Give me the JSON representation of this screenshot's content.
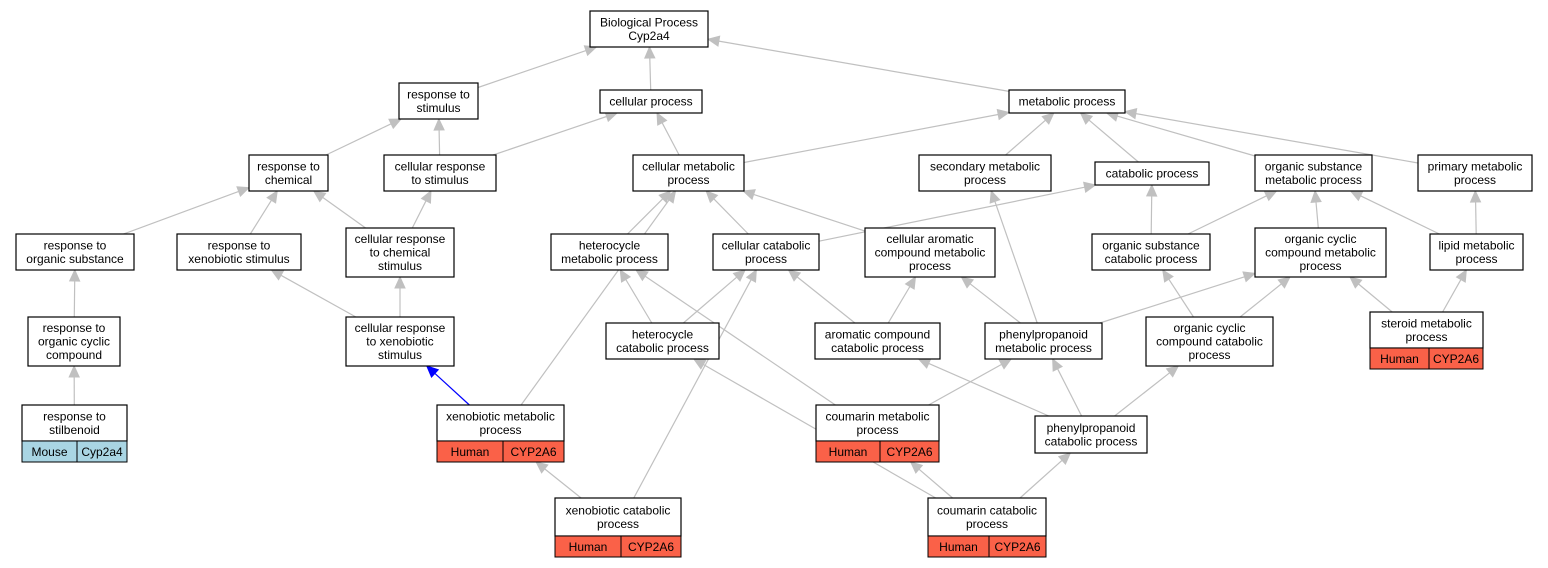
{
  "nodes": {
    "root": {
      "lines": [
        "Biological Process",
        "Cyp2a4"
      ]
    },
    "response_stimulus": {
      "lines": [
        "response to",
        "stimulus"
      ]
    },
    "cellular_process": {
      "lines": [
        "cellular process"
      ]
    },
    "metabolic_process": {
      "lines": [
        "metabolic process"
      ]
    },
    "response_chemical": {
      "lines": [
        "response to",
        "chemical"
      ]
    },
    "cell_resp_stimulus": {
      "lines": [
        "cellular response",
        "to stimulus"
      ]
    },
    "cell_metabolic": {
      "lines": [
        "cellular metabolic",
        "process"
      ]
    },
    "secondary_metabolic": {
      "lines": [
        "secondary metabolic",
        "process"
      ]
    },
    "catabolic_process": {
      "lines": [
        "catabolic process"
      ]
    },
    "org_subst_metabolic": {
      "lines": [
        "organic substance",
        "metabolic process"
      ]
    },
    "primary_metabolic": {
      "lines": [
        "primary metabolic",
        "process"
      ]
    },
    "resp_org_subst": {
      "lines": [
        "response to",
        "organic substance"
      ]
    },
    "resp_xeno_stim": {
      "lines": [
        "response to",
        "xenobiotic stimulus"
      ]
    },
    "cell_resp_chem": {
      "lines": [
        "cellular response",
        "to chemical",
        "stimulus"
      ]
    },
    "heterocycle_metabolic": {
      "lines": [
        "heterocycle",
        "metabolic process"
      ]
    },
    "cell_catabolic": {
      "lines": [
        "cellular catabolic",
        "process"
      ]
    },
    "cell_arom_metabolic": {
      "lines": [
        "cellular aromatic",
        "compound metabolic",
        "process"
      ]
    },
    "org_subst_catabolic": {
      "lines": [
        "organic substance",
        "catabolic process"
      ]
    },
    "org_cyclic_metabolic": {
      "lines": [
        "organic cyclic",
        "compound metabolic",
        "process"
      ]
    },
    "lipid_metabolic": {
      "lines": [
        "lipid metabolic",
        "process"
      ]
    },
    "resp_org_cyclic": {
      "lines": [
        "response to",
        "organic cyclic",
        "compound"
      ]
    },
    "cell_resp_xeno": {
      "lines": [
        "cellular response",
        "to xenobiotic",
        "stimulus"
      ]
    },
    "heterocycle_catabolic": {
      "lines": [
        "heterocycle",
        "catabolic process"
      ]
    },
    "arom_catabolic": {
      "lines": [
        "aromatic compound",
        "catabolic process"
      ]
    },
    "phenylprop_metabolic": {
      "lines": [
        "phenylpropanoid",
        "metabolic process"
      ]
    },
    "org_cyclic_catabolic": {
      "lines": [
        "organic cyclic",
        "compound catabolic",
        "process"
      ]
    },
    "steroid_metabolic": {
      "lines": [
        "steroid metabolic",
        "process"
      ],
      "tag": [
        "Human",
        "CYP2A6"
      ]
    },
    "resp_stilbenoid": {
      "lines": [
        "response to",
        "stilbenoid"
      ],
      "tag": [
        "Mouse",
        "Cyp2a4"
      ]
    },
    "xeno_metabolic": {
      "lines": [
        "xenobiotic metabolic",
        "process"
      ],
      "tag": [
        "Human",
        "CYP2A6"
      ]
    },
    "coumarin_metabolic": {
      "lines": [
        "coumarin metabolic",
        "process"
      ],
      "tag": [
        "Human",
        "CYP2A6"
      ]
    },
    "phenylprop_catabolic": {
      "lines": [
        "phenylpropanoid",
        "catabolic process"
      ]
    },
    "xeno_catabolic": {
      "lines": [
        "xenobiotic catabolic",
        "process"
      ],
      "tag": [
        "Human",
        "CYP2A6"
      ]
    },
    "coumarin_catabolic": {
      "lines": [
        "coumarin catabolic",
        "process"
      ],
      "tag": [
        "Human",
        "CYP2A6"
      ]
    }
  },
  "edges": [
    {
      "from": "response_stimulus",
      "to": "root"
    },
    {
      "from": "cellular_process",
      "to": "root"
    },
    {
      "from": "metabolic_process",
      "to": "root"
    },
    {
      "from": "response_chemical",
      "to": "response_stimulus"
    },
    {
      "from": "cell_resp_stimulus",
      "to": "response_stimulus"
    },
    {
      "from": "cell_resp_stimulus",
      "to": "cellular_process"
    },
    {
      "from": "cell_metabolic",
      "to": "cellular_process"
    },
    {
      "from": "cell_metabolic",
      "to": "metabolic_process"
    },
    {
      "from": "secondary_metabolic",
      "to": "metabolic_process"
    },
    {
      "from": "catabolic_process",
      "to": "metabolic_process"
    },
    {
      "from": "org_subst_metabolic",
      "to": "metabolic_process"
    },
    {
      "from": "primary_metabolic",
      "to": "metabolic_process"
    },
    {
      "from": "resp_org_subst",
      "to": "response_chemical"
    },
    {
      "from": "resp_xeno_stim",
      "to": "response_chemical"
    },
    {
      "from": "cell_resp_chem",
      "to": "response_chemical"
    },
    {
      "from": "cell_resp_chem",
      "to": "cell_resp_stimulus"
    },
    {
      "from": "heterocycle_metabolic",
      "to": "cell_metabolic"
    },
    {
      "from": "cell_catabolic",
      "to": "cell_metabolic"
    },
    {
      "from": "cell_arom_metabolic",
      "to": "cell_metabolic"
    },
    {
      "from": "cell_catabolic",
      "to": "catabolic_process"
    },
    {
      "from": "org_subst_catabolic",
      "to": "catabolic_process"
    },
    {
      "from": "org_subst_catabolic",
      "to": "org_subst_metabolic"
    },
    {
      "from": "org_cyclic_metabolic",
      "to": "org_subst_metabolic"
    },
    {
      "from": "lipid_metabolic",
      "to": "org_subst_metabolic"
    },
    {
      "from": "lipid_metabolic",
      "to": "primary_metabolic"
    },
    {
      "from": "resp_org_cyclic",
      "to": "resp_org_subst"
    },
    {
      "from": "cell_resp_xeno",
      "to": "resp_xeno_stim"
    },
    {
      "from": "cell_resp_xeno",
      "to": "cell_resp_chem"
    },
    {
      "from": "heterocycle_catabolic",
      "to": "heterocycle_metabolic"
    },
    {
      "from": "heterocycle_catabolic",
      "to": "cell_catabolic"
    },
    {
      "from": "arom_catabolic",
      "to": "cell_catabolic"
    },
    {
      "from": "arom_catabolic",
      "to": "cell_arom_metabolic"
    },
    {
      "from": "phenylprop_metabolic",
      "to": "cell_arom_metabolic"
    },
    {
      "from": "phenylprop_metabolic",
      "to": "secondary_metabolic"
    },
    {
      "from": "phenylprop_metabolic",
      "to": "org_cyclic_metabolic"
    },
    {
      "from": "org_cyclic_catabolic",
      "to": "org_subst_catabolic"
    },
    {
      "from": "org_cyclic_catabolic",
      "to": "org_cyclic_metabolic"
    },
    {
      "from": "steroid_metabolic",
      "to": "lipid_metabolic"
    },
    {
      "from": "steroid_metabolic",
      "to": "org_cyclic_metabolic"
    },
    {
      "from": "resp_stilbenoid",
      "to": "resp_org_cyclic"
    },
    {
      "from": "xeno_metabolic",
      "to": "cell_resp_xeno",
      "highlight": true
    },
    {
      "from": "xeno_metabolic",
      "to": "cell_metabolic"
    },
    {
      "from": "coumarin_metabolic",
      "to": "phenylprop_metabolic"
    },
    {
      "from": "coumarin_metabolic",
      "to": "heterocycle_metabolic"
    },
    {
      "from": "phenylprop_catabolic",
      "to": "phenylprop_metabolic"
    },
    {
      "from": "phenylprop_catabolic",
      "to": "arom_catabolic"
    },
    {
      "from": "phenylprop_catabolic",
      "to": "org_cyclic_catabolic"
    },
    {
      "from": "xeno_catabolic",
      "to": "xeno_metabolic"
    },
    {
      "from": "xeno_catabolic",
      "to": "cell_catabolic"
    },
    {
      "from": "coumarin_catabolic",
      "to": "coumarin_metabolic"
    },
    {
      "from": "coumarin_catabolic",
      "to": "phenylprop_catabolic"
    },
    {
      "from": "coumarin_catabolic",
      "to": "heterocycle_catabolic"
    }
  ],
  "colors": {
    "human_tag": "#fa6148",
    "mouse_tag": "#a9d5e3",
    "edge": "#c0c0c0",
    "highlight_edge": "#0000ff"
  }
}
